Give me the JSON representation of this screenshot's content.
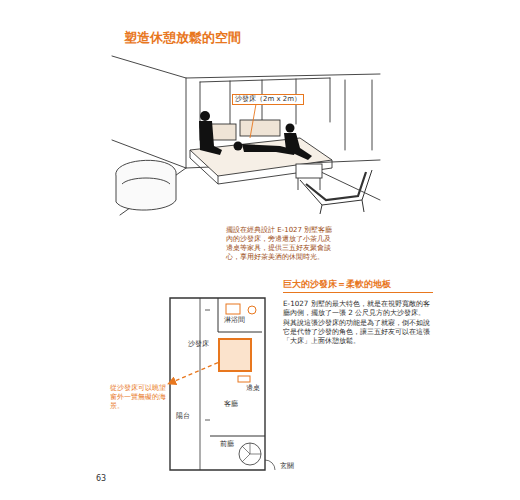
{
  "diagram": {
    "title": "塑造休憩放鬆的空間",
    "caption": "擺設在經典設計 E-1027 別墅客廳內的沙發床，旁邊還放了小茶几及邊桌等家具，提供三五好友聚會談心，享用好茶美酒的休閒時光。",
    "nodes": [
      {
        "text": [
          "沙發床"
        ]
      },
      {
        "text": [
          "從沙發床可以眺望窗外一覽無礙的海景。"
        ]
      }
    ],
    "edges": [
      {
        "from": 0,
        "to": 1,
        "arrow": "to"
      }
    ],
    "labels": [
      "沙發床（2m x 2m）",
      "巨大的沙發床＝柔軟的地板",
      "E-1027 別墅的最大特色，就是在視野寬敞的客廳內側，擺放了一張 2 公尺見方的大沙發床。與其說這張沙發床的功能是為了就寢，倒不如說它是代替了沙發的角色，讓三五好友可以在這張「大床」上面休憩放鬆。",
      "淋浴間",
      "邊桌",
      "客廳",
      "陽台",
      "前廳",
      "玄關",
      "63"
    ]
  }
}
